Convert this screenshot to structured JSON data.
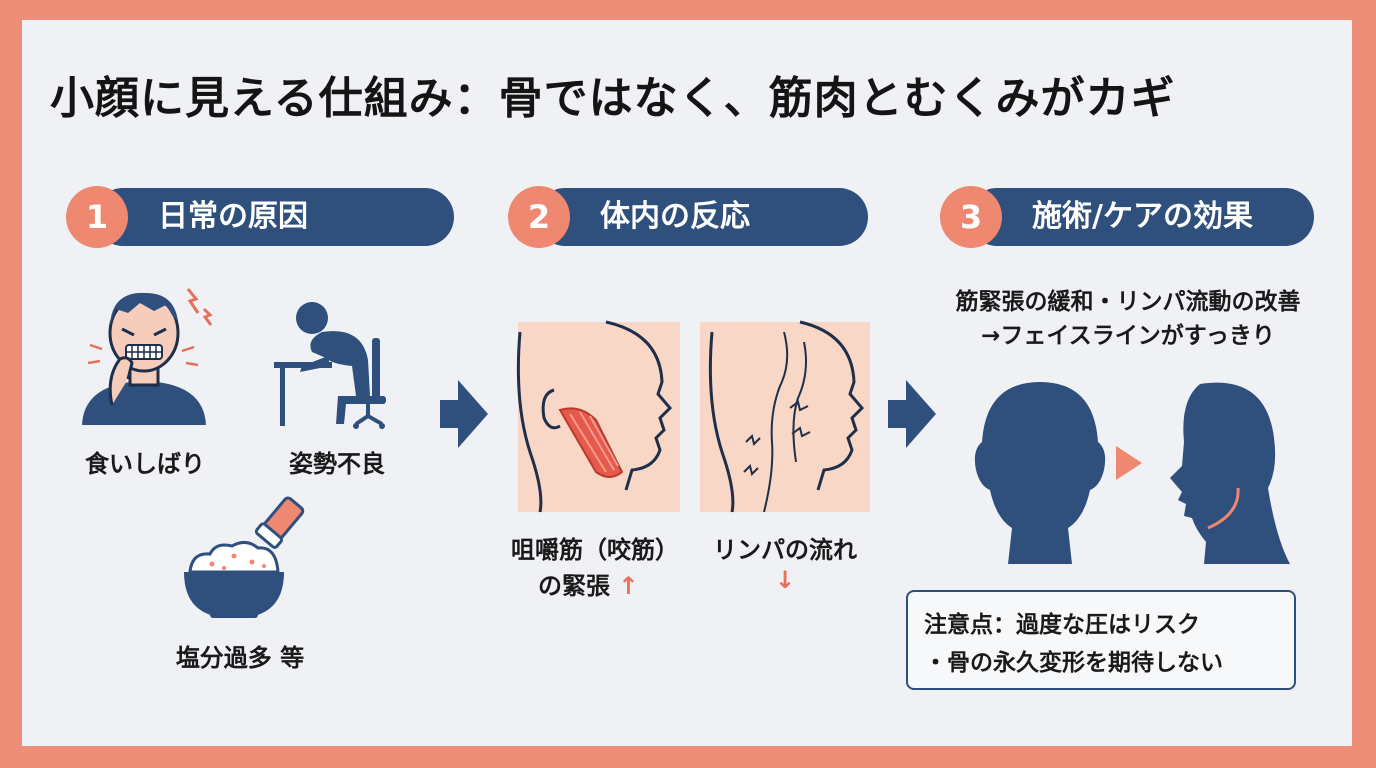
{
  "title": "小顔に見える仕組み：骨ではなく、筋肉とむくみがカギ",
  "steps": [
    {
      "num": "1",
      "label": "日常の原因"
    },
    {
      "num": "2",
      "label": "体内の反応"
    },
    {
      "num": "3",
      "label": "施術/ケアの効果"
    }
  ],
  "causes": {
    "clenching": "食いしばり",
    "posture": "姿勢不良",
    "salt": "塩分過多 等"
  },
  "reactions": {
    "muscle_line1": "咀嚼筋（咬筋）",
    "muscle_line2": "の緊張",
    "up_arrow": "↑",
    "lymph": "リンパの流れ",
    "down_arrow": "↓"
  },
  "effects": {
    "line1": "筋緊張の緩和・リンパ流動の改善",
    "line2": "→フェイスラインがすっきり"
  },
  "note": {
    "line1": "注意点：過度な圧はリスク",
    "line2": "・骨の永久変形を期待しない"
  },
  "colors": {
    "navy": "#2F4F7C",
    "coral": "#EE8870",
    "frame": "#EE8E78",
    "background": "#EFF1F5"
  }
}
